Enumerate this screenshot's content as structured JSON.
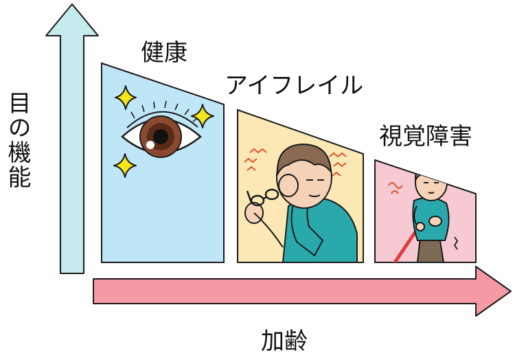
{
  "axes": {
    "y_label": "目の機能",
    "x_label": "加齢"
  },
  "stages": [
    {
      "label": "健康",
      "fill": "#bfe6f7"
    },
    {
      "label": "アイフレイル",
      "fill": "#fbe8b5"
    },
    {
      "label": "視覚障害",
      "fill": "#f7c9d3"
    }
  ],
  "colors": {
    "y_arrow": "#c5ebef",
    "x_arrow": "#f59aa4",
    "outline": "#1a1a1a",
    "sparkle": "#f3e51c",
    "squiggle": "#e4502a",
    "shirt": "#2aa9ad",
    "cane": "#e23b3b"
  },
  "icons": [
    "eye-icon",
    "sparkle-icon",
    "rubbing-eyes-man-icon",
    "glasses-icon",
    "elderly-man-with-cane-icon"
  ]
}
